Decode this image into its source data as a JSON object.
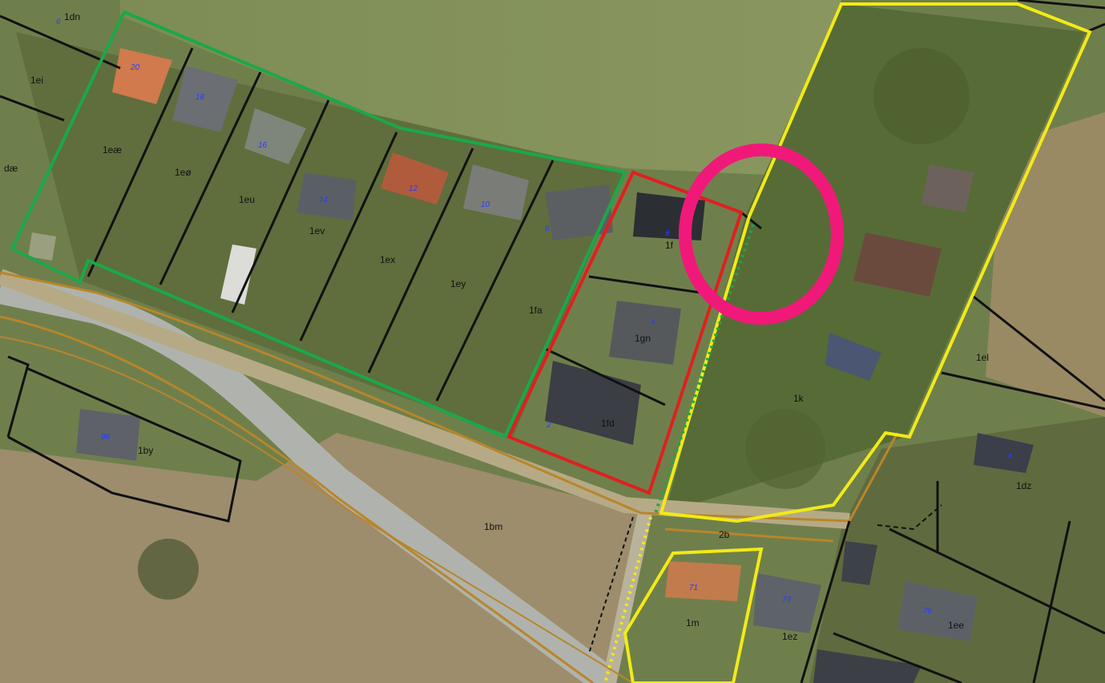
{
  "map": {
    "parcel_labels": [
      "1dn",
      "1ei",
      "1eæ",
      "1eø",
      "1eu",
      "1ev",
      "1ex",
      "1ey",
      "1fa",
      "1f",
      "1gn",
      "1fd",
      "dæ",
      "1k",
      "1el",
      "1dz",
      "1by",
      "1bm",
      "2b",
      "1m",
      "1ez",
      "1ee"
    ],
    "house_numbers": [
      "6",
      "20",
      "18",
      "16",
      "14",
      "12",
      "10",
      "8",
      "6",
      "4",
      "2",
      "96",
      "71",
      "73",
      "76",
      "4"
    ],
    "colors": {
      "green_boundary": "#1aa84a",
      "red_boundary": "#e01f1f",
      "yellow_boundary": "#f2ea16",
      "road_boundary": "#b8862a",
      "highlight_circle": "#f0197a",
      "parcel_line": "#111111",
      "house_number_text": "#2a3cff"
    }
  }
}
